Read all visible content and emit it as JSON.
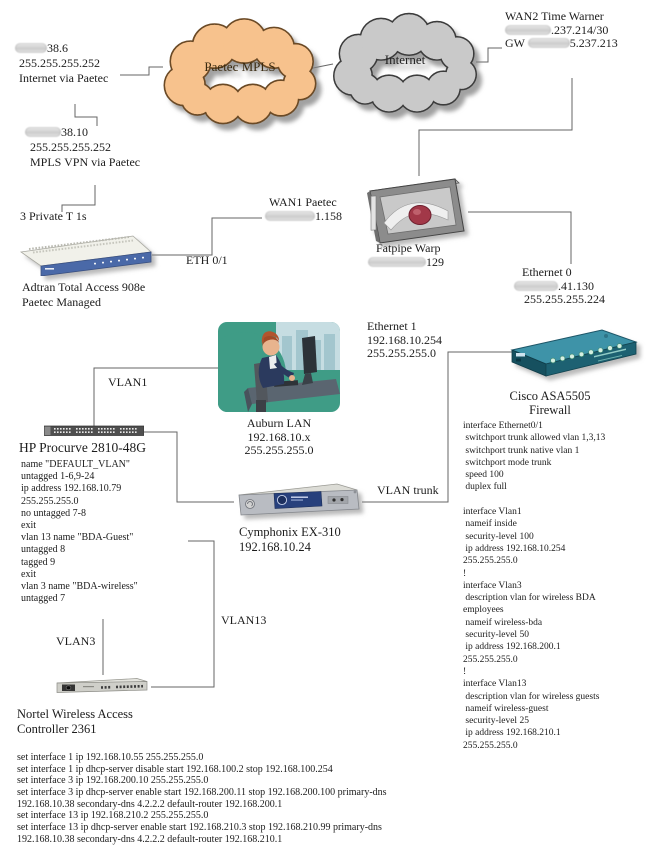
{
  "colors": {
    "paetec_cloud": "#f7c28d",
    "internet_cloud": "#c9c9c9",
    "wire": "#666666",
    "asa_teal": "#2e7f96",
    "adtran_blue": "#4a69a8",
    "cymphonix_blue": "#27407c"
  },
  "paetec_cloud": {
    "label": "Paetec MPLS"
  },
  "internet_cloud": {
    "label": "Internet"
  },
  "wan2": {
    "title": "WAN2 Time Warner",
    "ip_suffix": ".237.214/30",
    "gw_prefix": "GW",
    "gw_suffix": "5.237.213"
  },
  "paetec_internet_link": {
    "ip_suffix": "38.6",
    "mask": "255.255.255.252",
    "caption": "Internet via Paetec"
  },
  "paetec_mpls_link": {
    "ip_suffix": "38.10",
    "mask": "255.255.255.252",
    "caption": "MPLS VPN via Paetec"
  },
  "adtran": {
    "t1_label": "3 Private T 1s",
    "name": "Adtran Total Access 908e",
    "subtitle": "Paetec Managed",
    "port_label": "ETH 0/1"
  },
  "wan1": {
    "label": "WAN1 Paetec",
    "ip_suffix": "1.158"
  },
  "fatpipe": {
    "name": "Fatpipe Warp",
    "ip_suffix": "129"
  },
  "ethernet0": {
    "label": "Ethernet 0",
    "ip_suffix": ".41.130",
    "mask": "255.255.255.224"
  },
  "ethernet1": {
    "label": "Ethernet 1",
    "ip": "192.168.10.254",
    "mask": "255.255.255.0"
  },
  "auburn_lan": {
    "name": "Auburn LAN",
    "network": "192.168.10.x",
    "mask": "255.255.255.0"
  },
  "asa": {
    "name": "Cisco ASA5505",
    "subtitle": "Firewall",
    "config": [
      "interface Ethernet0/1",
      " switchport trunk allowed vlan 1,3,13",
      " switchport trunk native vlan 1",
      " switchport mode trunk",
      " speed 100",
      " duplex full",
      "",
      "interface Vlan1",
      " nameif inside",
      " security-level 100",
      " ip address 192.168.10.254",
      "255.255.255.0",
      "!",
      "interface Vlan3",
      " description vlan for wireless BDA",
      "employees",
      " nameif wireless-bda",
      " security-level 50",
      " ip address 192.168.200.1",
      "255.255.255.0",
      "!",
      "interface Vlan13",
      " description vlan for wireless guests",
      " nameif wireless-guest",
      " security-level 25",
      " ip address 192.168.210.1",
      "255.255.255.0"
    ]
  },
  "hp_switch": {
    "vlan1_label": "VLAN1",
    "name": "HP Procurve 2810-48G",
    "config": [
      "name \"DEFAULT_VLAN\"",
      "untagged 1-6,9-24",
      "ip address 192.168.10.79",
      "255.255.255.0",
      "no untagged 7-8",
      "exit",
      "vlan 13 name \"BDA-Guest\"",
      "untagged 8",
      "tagged 9",
      "exit",
      "vlan 3 name \"BDA-wireless\"",
      "untagged 7"
    ]
  },
  "cymphonix": {
    "name": "Cymphonix EX-310",
    "ip": "192.168.10.24",
    "trunk_label": "VLAN trunk"
  },
  "vlan13_label": "VLAN13",
  "vlan3_label": "VLAN3",
  "nortel": {
    "name_line1": "Nortel Wireless Access",
    "name_line2": "Controller 2361",
    "config": [
      "set interface 1 ip 192.168.10.55 255.255.255.0",
      "set interface 1 ip dhcp-server disable start 192.168.100.2 stop 192.168.100.254",
      "set interface 3 ip 192.168.200.10 255.255.255.0",
      "set interface 3 ip dhcp-server enable start 192.168.200.11 stop 192.168.200.100 primary-dns",
      "192.168.10.38 secondary-dns 4.2.2.2 default-router 192.168.200.1",
      "set interface 13 ip 192.168.210.2 255.255.255.0",
      "set interface 13 ip dhcp-server enable start 192.168.210.3 stop 192.168.210.99 primary-dns",
      "192.168.10.38 secondary-dns 4.2.2.2 default-router 192.168.210.1"
    ]
  }
}
